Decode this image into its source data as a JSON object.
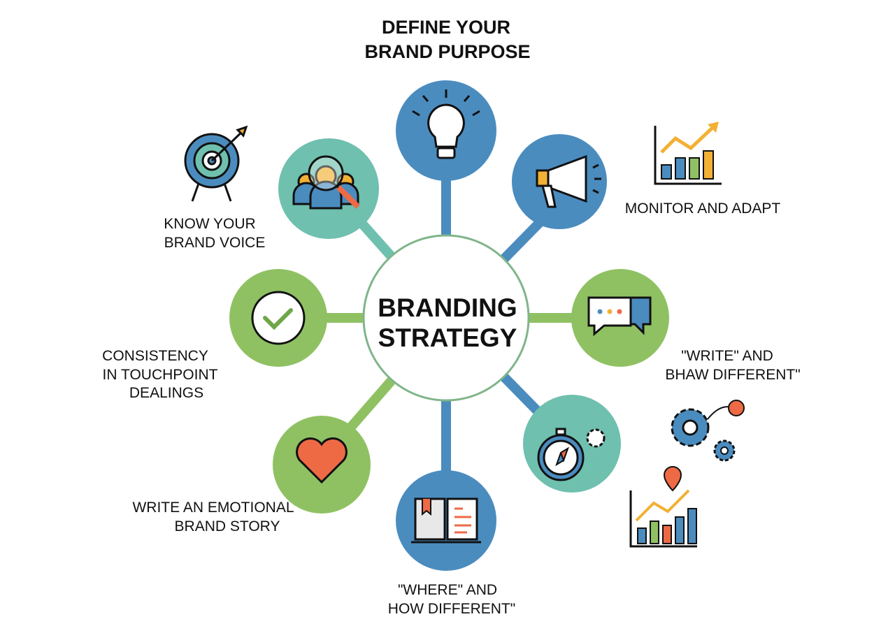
{
  "center": {
    "line1": "BRANDING",
    "line2": "STRATEGY"
  },
  "nodes": {
    "purpose": {
      "line1": "DEFINE YOUR",
      "line2": "BRAND PURPOSE",
      "icon": "lightbulb-icon"
    },
    "monitor": {
      "line1": "MONITOR AND ADAPT",
      "icon": "megaphone-icon"
    },
    "write": {
      "line1": "\"WRITE\" AND",
      "line2": "BHAW DIFFERENT\"",
      "icon": "chat-bubbles-icon"
    },
    "compass": {
      "icon": "compass-icon"
    },
    "where": {
      "line1": "\"WHERE\" AND",
      "line2": "HOW DIFFERENT\"",
      "icon": "book-icon"
    },
    "story": {
      "line1": "WRITE AN EMOTIONAL",
      "line2": "BRAND STORY",
      "icon": "heart-icon"
    },
    "consistency": {
      "line1": "CONSISTENCY",
      "line2": "IN TOUCHPOINT",
      "line3": "DEALINGS",
      "icon": "checkmark-icon"
    },
    "voice": {
      "line1": "KNOW YOUR",
      "line2": "BRAND VOICE",
      "icon": "people-magnifier-icon"
    }
  },
  "colors": {
    "blue": "#4b8cbf",
    "green": "#8fc163",
    "teal": "#6fc0ae",
    "orange": "#ee6a45",
    "yellow": "#f2b134"
  }
}
